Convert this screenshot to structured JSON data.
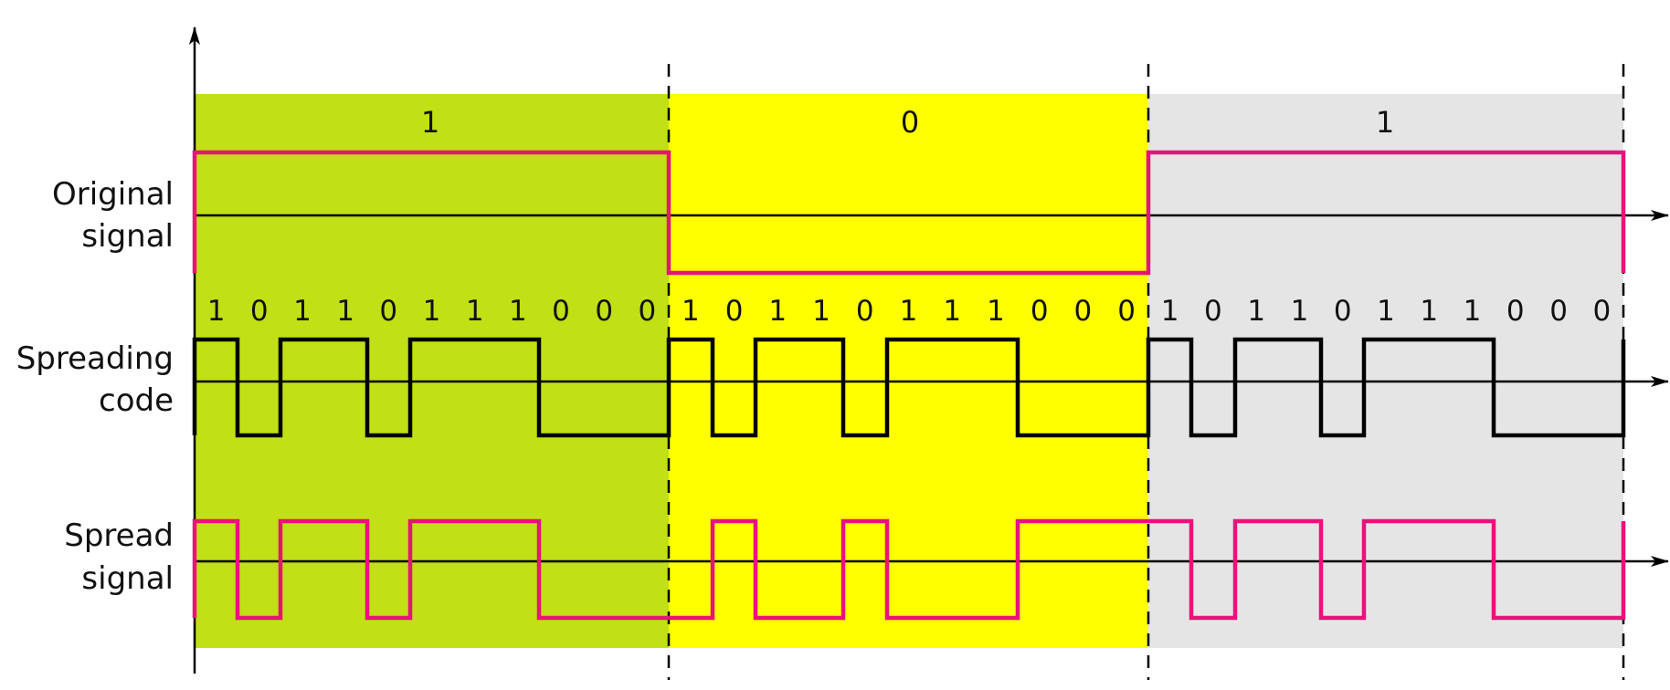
{
  "rows": [
    {
      "key": "original",
      "label_lines": [
        "Original",
        "signal"
      ]
    },
    {
      "key": "spreading",
      "label_lines": [
        "Spreading",
        "code"
      ]
    },
    {
      "key": "spread",
      "label_lines": [
        "Spread",
        "signal"
      ]
    }
  ],
  "data_bits": [
    "1",
    "0",
    "1"
  ],
  "spreading_code": [
    "1",
    "0",
    "1",
    "1",
    "0",
    "1",
    "1",
    "1",
    "0",
    "0",
    "0"
  ],
  "colors": {
    "bit_backgrounds": [
      "#c1e015",
      "#ffff00",
      "#e5e5e5"
    ],
    "signal": "#e8137a",
    "code": "#000000",
    "axis": "#000000"
  }
}
